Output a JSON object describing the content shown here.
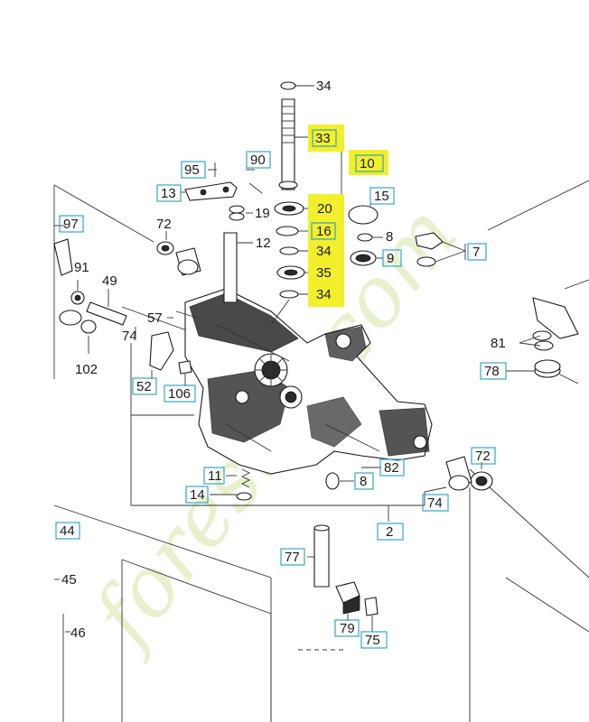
{
  "parts": {
    "p34_top": "34",
    "p33": "33",
    "p10": "10",
    "p95": "95",
    "p90": "90",
    "p13": "13",
    "p15": "15",
    "p19": "19",
    "p20": "20",
    "p16": "16",
    "p8_top": "8",
    "p97": "97",
    "p72_left": "72",
    "p12": "12",
    "p34_mid": "34",
    "p7": "7",
    "p9": "9",
    "p91": "91",
    "p49": "49",
    "p35": "35",
    "p34_low": "34",
    "p57": "57",
    "p74_left": "74",
    "p81": "81",
    "p102": "102",
    "p78": "78",
    "p52": "52",
    "p106": "106",
    "p72_right": "72",
    "p82": "82",
    "p11": "11",
    "p8_low": "8",
    "p14": "14",
    "p74_right": "74",
    "p2": "2",
    "p44": "44",
    "p77": "77",
    "p45": "45",
    "p79": "79",
    "p46": "46",
    "p75": "75"
  },
  "watermark": {
    "text": "forestar.com",
    "color": "#c9df8e"
  },
  "colors": {
    "highlight": "#f3ef2a",
    "label_box": "#1e9fc4"
  }
}
